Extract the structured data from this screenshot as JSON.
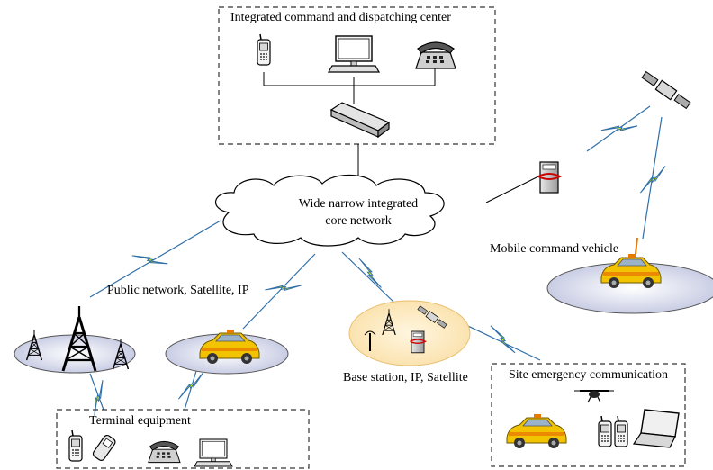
{
  "command_center": {
    "title": "Integrated command and dispatching center"
  },
  "core_network": {
    "line1": "Wide narrow integrated",
    "line2": "core network"
  },
  "public_network": {
    "label": "Public network, Satellite, IP"
  },
  "base_station": {
    "label": "Base station, IP, Satellite"
  },
  "mobile_vehicle": {
    "label": "Mobile command vehicle"
  },
  "terminal": {
    "title": "Terminal equipment"
  },
  "site_emergency": {
    "title": "Site emergency communication"
  },
  "colors": {
    "box_border": "#333333",
    "lightning_fill": "#e8f000",
    "lightning_stroke": "#2f6fa8",
    "car_body": "#f2c300",
    "car_stripe": "#e87a00",
    "ellipse_fill": "#eef0f8",
    "base_ellipse_fill": "#fde7b8"
  }
}
